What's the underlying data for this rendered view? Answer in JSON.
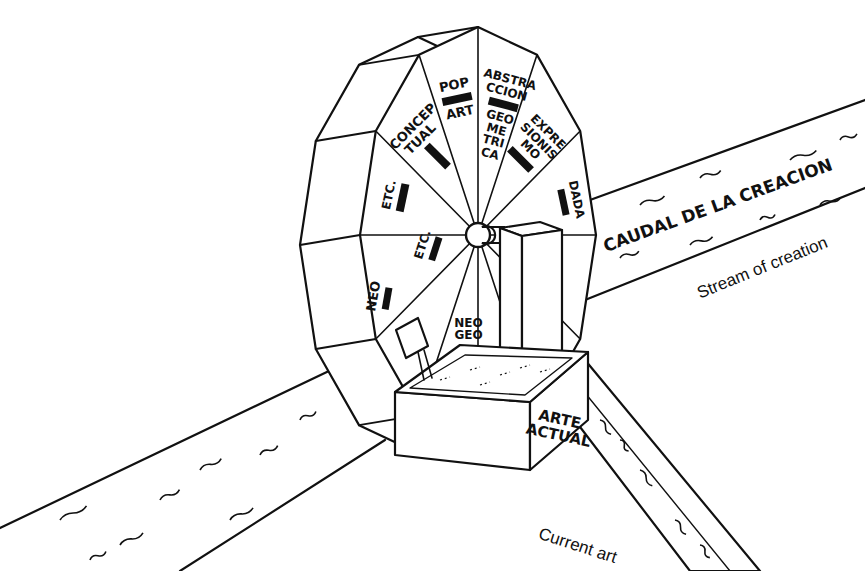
{
  "diagram": {
    "nodes": [
      {
        "text": [
          "CONCEP TUAL"
        ]
      },
      {
        "text": [
          "POP",
          "ART"
        ]
      },
      {
        "text": [
          "ABSTRA CCION",
          "GEO ME TRI CA"
        ]
      },
      {
        "text": [
          "EXPRE SIONIS MO"
        ]
      },
      {
        "text": [
          "DADA"
        ]
      },
      {
        "text": [
          "ETC."
        ]
      },
      {
        "text": [
          "ETC."
        ]
      },
      {
        "text": [
          "NEO"
        ]
      },
      {
        "text": [
          "NEO GEO"
        ]
      },
      {
        "text": [
          "CAUDAL DE LA CREACION"
        ]
      },
      {
        "text": [
          "ARTE ACTUAL"
        ]
      }
    ],
    "labels": [
      "Stream of creation",
      "Current art"
    ]
  }
}
